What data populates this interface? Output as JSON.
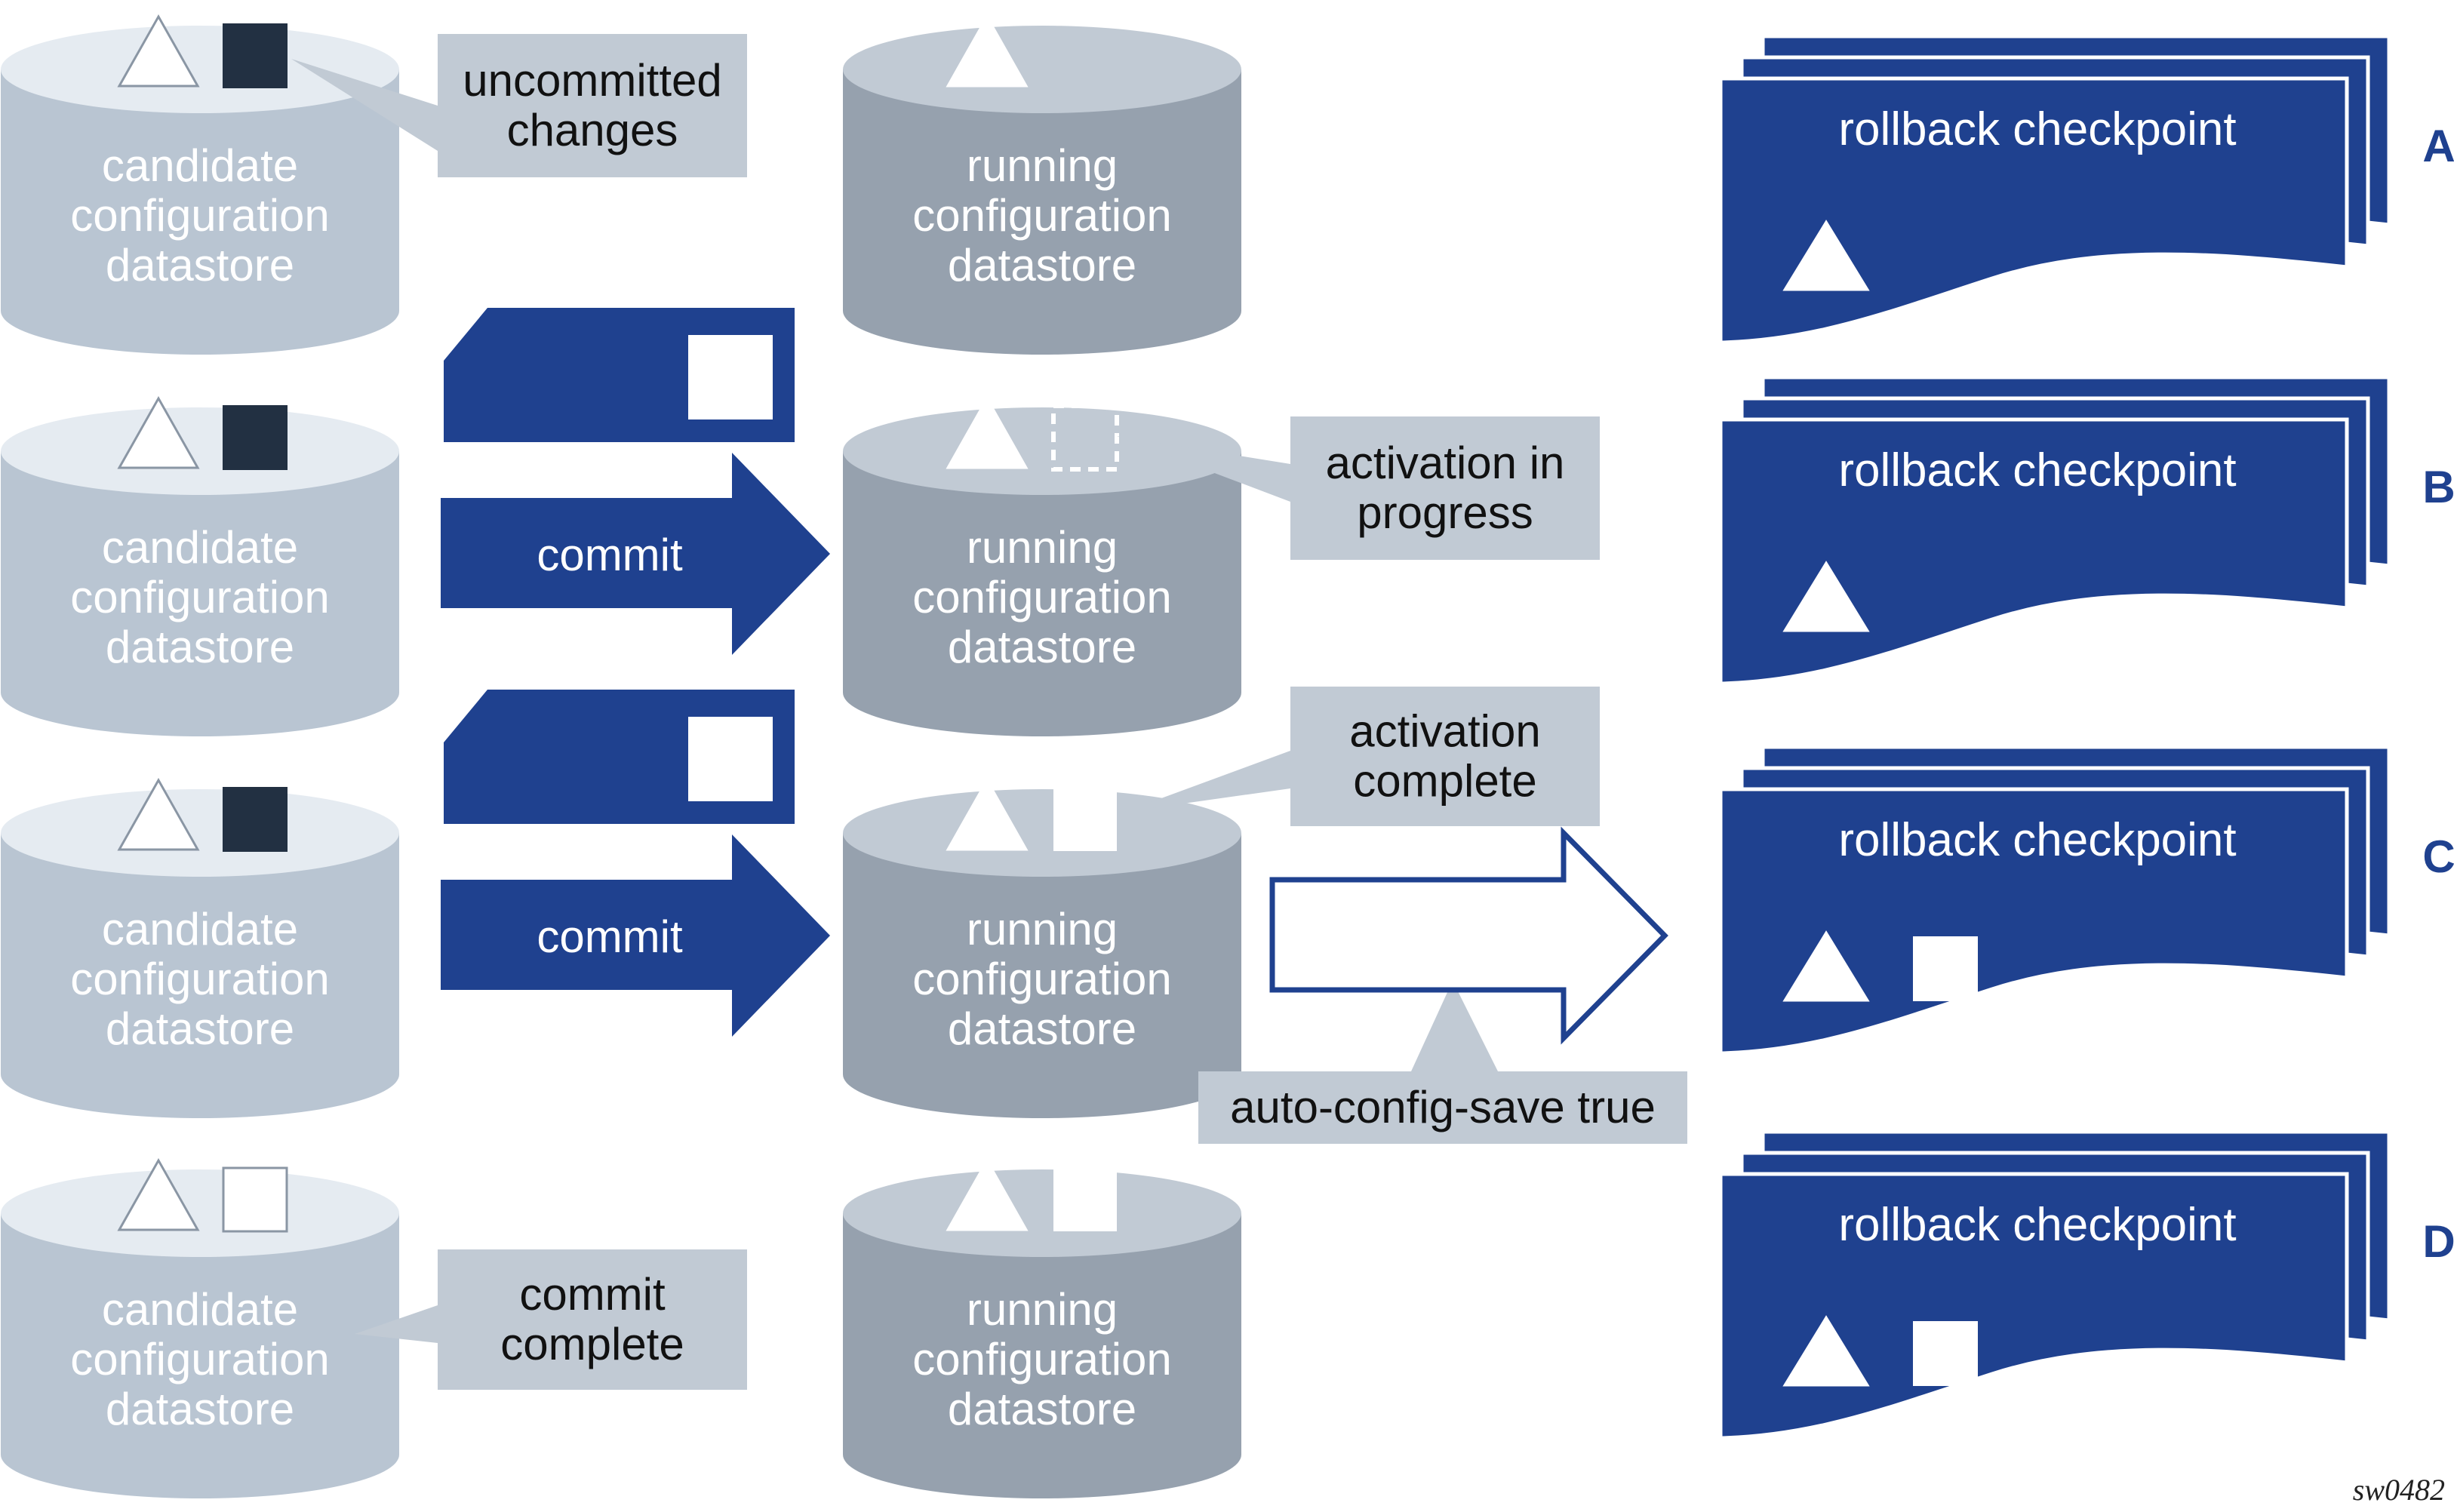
{
  "colors": {
    "candidate_body": "#b9c5d2",
    "candidate_top": "#e5ebf1",
    "candidate_text": "#ffffff",
    "running_body": "#96a1ae",
    "running_top": "#c1cad4",
    "running_text": "#ffffff",
    "blue": "#1f418f",
    "dark_square": "#223042",
    "callout_bg": "#c1cad4",
    "callout_text": "#111111",
    "row_letter": "#1f418f",
    "footer_text": "#222222"
  },
  "icons": {
    "config_triangle": "triangle-icon",
    "change_square": "square-icon",
    "pending_square": "dashed-square-icon"
  },
  "candidate_label": [
    "candidate",
    "configuration",
    "datastore"
  ],
  "running_label": [
    "running",
    "configuration",
    "datastore"
  ],
  "commit_label": "commit",
  "checkpoint_label": "rollback checkpoint",
  "callouts": {
    "uncommitted": [
      "uncommitted",
      "changes"
    ],
    "activation_in_progress": [
      "activation in",
      "progress"
    ],
    "activation_complete": [
      "activation",
      "complete"
    ],
    "auto_config_save": [
      "auto-config-save true"
    ],
    "commit_complete": [
      "commit",
      "complete"
    ]
  },
  "rows": [
    {
      "letter": "A",
      "candidate_change": "dark",
      "running_change": "none",
      "checkpoint_has_change": false,
      "commit": false,
      "save_arrow": false
    },
    {
      "letter": "B",
      "candidate_change": "dark",
      "running_change": "pending",
      "checkpoint_has_change": false,
      "commit": true,
      "save_arrow": false
    },
    {
      "letter": "C",
      "candidate_change": "dark",
      "running_change": "applied",
      "checkpoint_has_change": true,
      "commit": true,
      "save_arrow": true
    },
    {
      "letter": "D",
      "candidate_change": "light",
      "running_change": "applied",
      "checkpoint_has_change": true,
      "commit": false,
      "save_arrow": false
    }
  ],
  "figure_id": "sw0482"
}
